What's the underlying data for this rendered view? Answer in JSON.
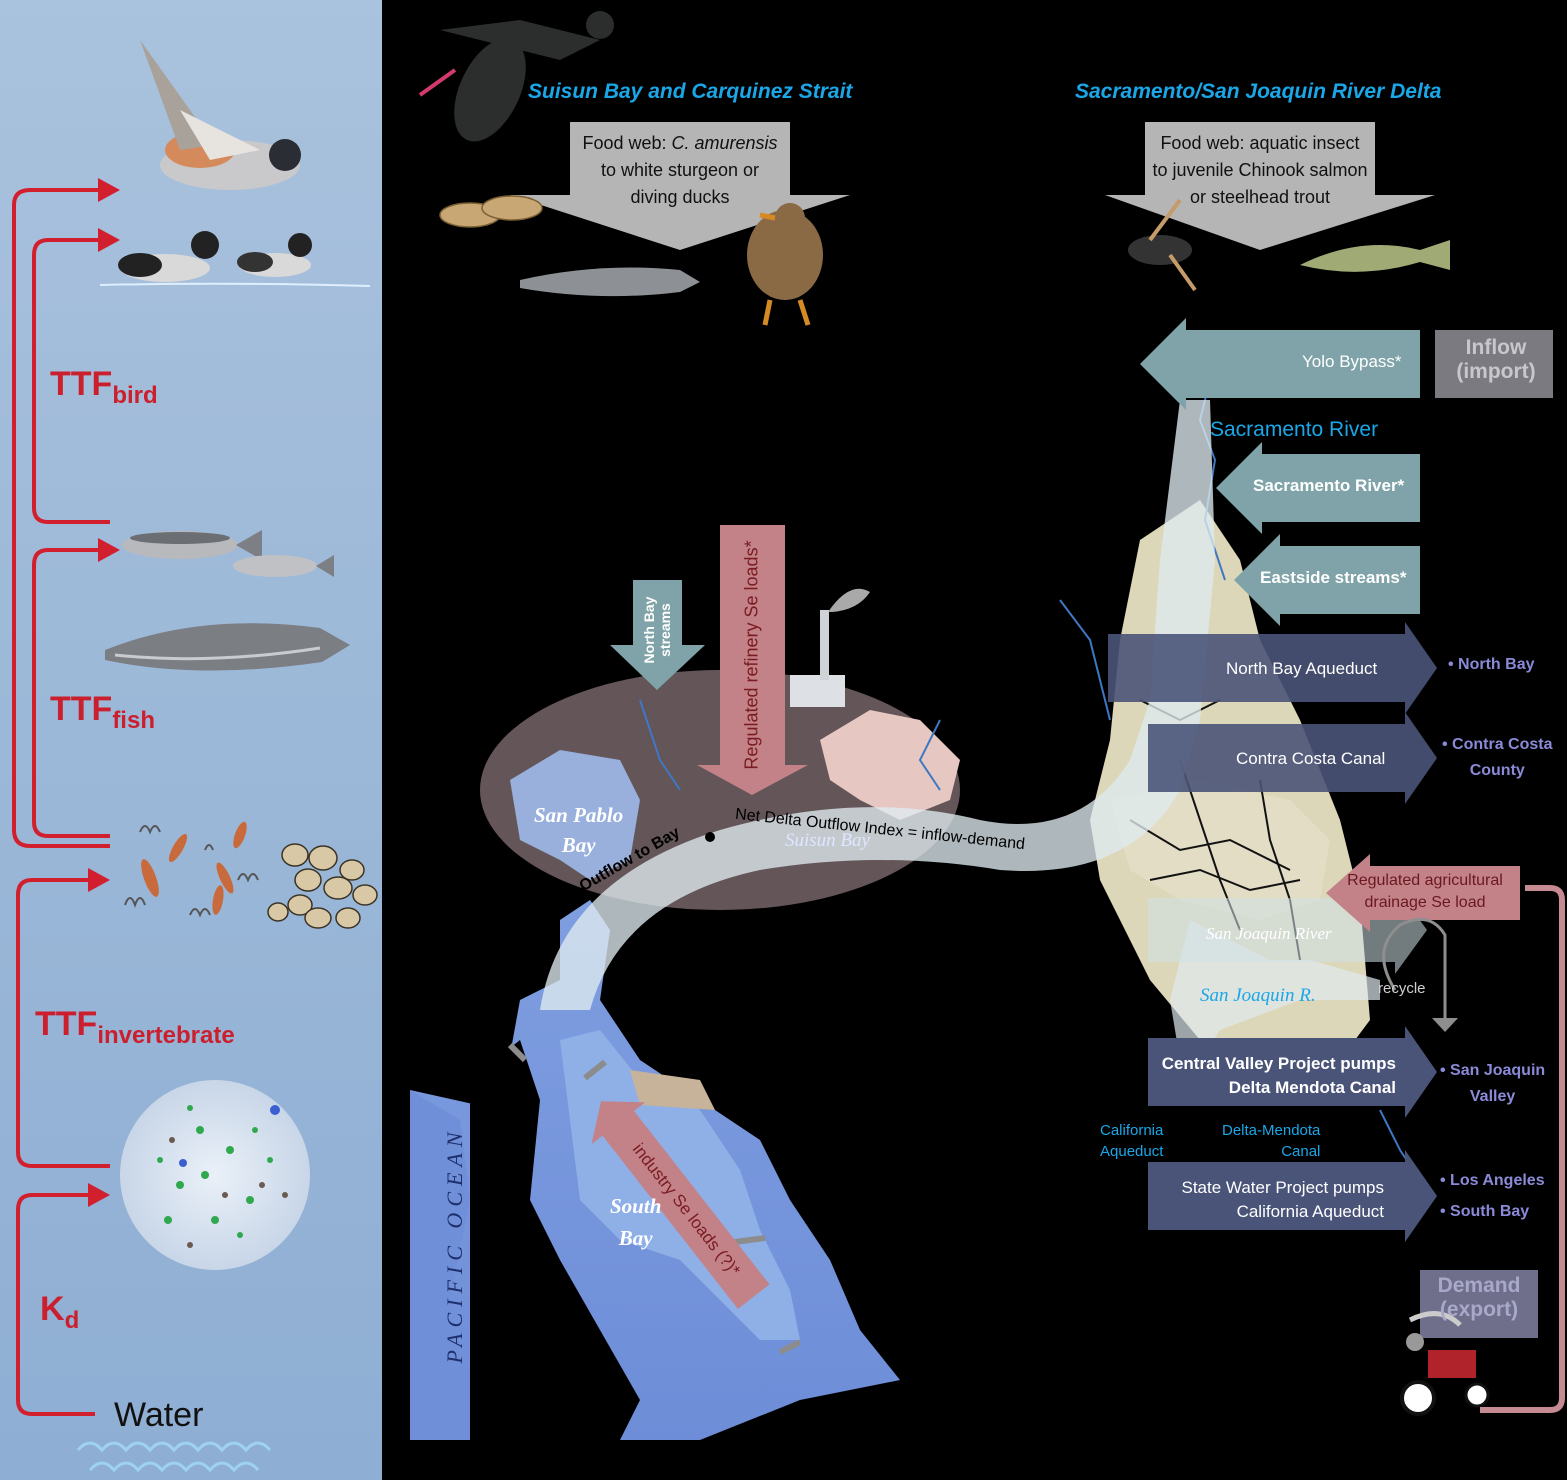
{
  "left_panel": {
    "ttf_bird": {
      "main": "TTF",
      "sub": "bird"
    },
    "ttf_fish": {
      "main": "TTF",
      "sub": "fish"
    },
    "ttf_invertebrate": {
      "main": "TTF",
      "sub": "invertebrate"
    },
    "kd": {
      "main": "K",
      "sub": "d"
    },
    "water": "Water"
  },
  "headers": {
    "suisun": "Suisun Bay and Carquinez Strait",
    "delta": "Sacramento/San Joaquin River Delta"
  },
  "food_webs": {
    "suisun": {
      "line1": "Food web: ",
      "line1_italic": "C. amurensis",
      "line2": "to white sturgeon or",
      "line3": "diving ducks"
    },
    "delta": {
      "line1": "Food web: aquatic insect",
      "line2": "to juvenile Chinook salmon",
      "line3": "or steelhead trout"
    }
  },
  "inflows": {
    "yolo": "Yolo Bypass*",
    "sacramento": "Sacramento River*",
    "eastside": "Eastside streams*",
    "north_bay_streams_1": "North Bay",
    "north_bay_streams_2": "streams",
    "refinery": "Regulated refinery Se loads*",
    "industry": "industry Se loads (?)*",
    "ag_drainage_1": "Regulated agricultural",
    "ag_drainage_2": "drainage Se load"
  },
  "category_labels": {
    "inflow_1": "Inflow",
    "inflow_2": "(import)",
    "demand_1": "Demand",
    "demand_2": "(export)"
  },
  "exports": {
    "north_bay_aqueduct": "North Bay Aqueduct",
    "contra_costa_canal": "Contra Costa Canal",
    "cvp_1": "Central Valley Project pumps",
    "cvp_2": "Delta Mendota Canal",
    "swp_1": "State Water Project pumps",
    "swp_2": "California Aqueduct"
  },
  "destinations": {
    "north_bay": "• North Bay",
    "contra_costa_1": "• Contra Costa",
    "contra_costa_2": "County",
    "san_joaquin_1": "• San Joaquin",
    "san_joaquin_2": "Valley",
    "los_angeles": "• Los Angeles",
    "south_bay": "• South Bay"
  },
  "map_labels": {
    "sacramento_river": "Sacramento River",
    "san_joaquin_river": "San Joaquin River",
    "san_joaquin_r": "San Joaquin R.",
    "recycle": "recycle",
    "california_aqueduct_1": "California",
    "california_aqueduct_2": "Aqueduct",
    "delta_mendota_1": "Delta-Mendota",
    "delta_mendota_2": "Canal",
    "san_pablo_1": "San Pablo",
    "san_pablo_2": "Bay",
    "suisun_bay": "Suisun Bay",
    "south_bay_1": "South",
    "south_bay_2": "Bay",
    "pacific_ocean": "PACIFIC OCEAN",
    "outflow_to_bay": "Outflow to Bay",
    "ndoi_text": "Net Delta Outflow Index = inflow-demand"
  },
  "colors": {
    "red_arrow": "#d11f2e",
    "header_blue": "#1aa7e8",
    "inflow_teal": "#7fa3a8",
    "export_slate": "#4a5478",
    "dest_text": "#8a8ad8",
    "se_load_pink": "#b76a70"
  }
}
